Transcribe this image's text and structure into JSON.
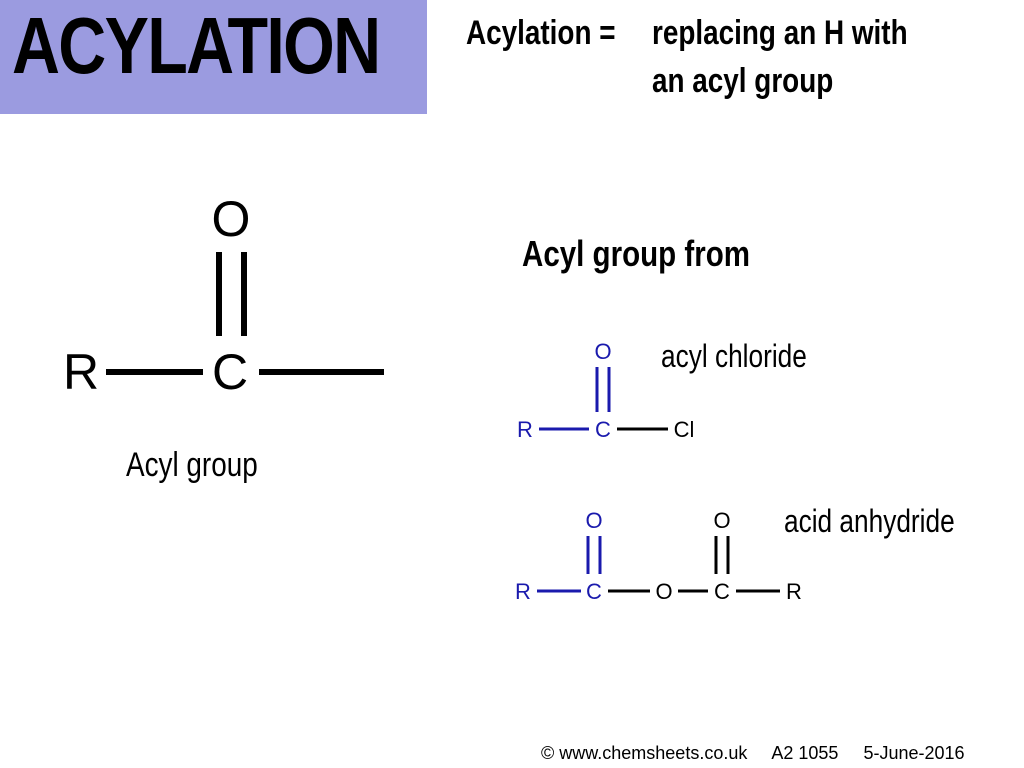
{
  "title": "ACYLATION",
  "definition": {
    "lhs": "Acylation =",
    "line1": "replacing an H with",
    "line2": "an acyl group"
  },
  "acyl_group": {
    "atoms": {
      "oxygen": "O",
      "carbon": "C",
      "r": "R"
    },
    "caption": "Acyl group"
  },
  "sources": {
    "heading": "Acyl group from",
    "acyl_chloride": {
      "label": "acyl chloride",
      "atoms": {
        "r": "R",
        "carbon": "C",
        "oxygen": "O",
        "chlorine": "Cl"
      }
    },
    "acid_anhydride": {
      "label": "acid anhydride",
      "atoms": {
        "r1": "R",
        "c1": "C",
        "o1": "O",
        "bridge_o": "O",
        "c2": "C",
        "o2": "O",
        "r2": "R"
      }
    }
  },
  "colors": {
    "title_bg": "#9b9be0",
    "highlight": "#1a1aad",
    "text": "#000000"
  },
  "footer": {
    "copyright": "© www.chemsheets.co.uk",
    "code": "A2 1055",
    "date": "5-June-2016"
  }
}
